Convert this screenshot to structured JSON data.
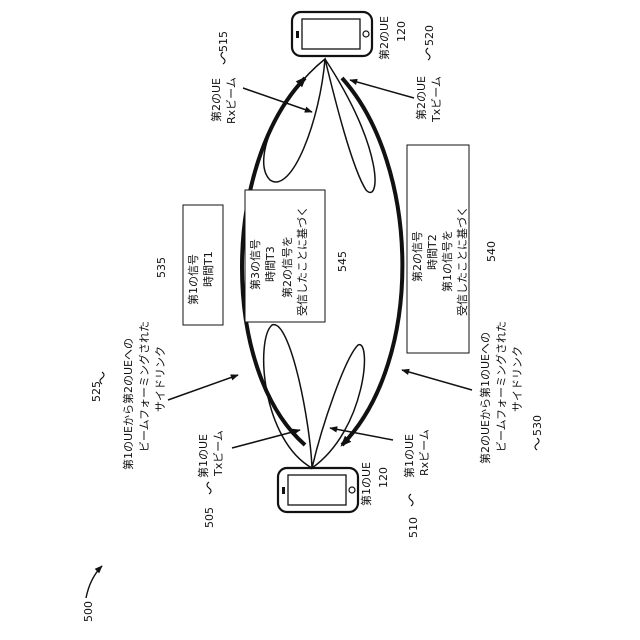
{
  "figure": {
    "number": "500"
  },
  "ue1": {
    "tx_beam": {
      "title": "第1のUE",
      "sub": "Txビーム",
      "ref": "505"
    },
    "rx_beam": {
      "title": "第1のUE",
      "sub": "Rxビーム",
      "ref": "510"
    },
    "device": {
      "title": "第1のUE",
      "ref": "120"
    }
  },
  "ue2": {
    "rx_beam": {
      "title": "第2のUE",
      "sub": "Rxビーム",
      "ref": "515"
    },
    "tx_beam": {
      "title": "第2のUE",
      "sub": "Txビーム",
      "ref": "520"
    },
    "device": {
      "title": "第2のUE",
      "ref": "120"
    }
  },
  "sidelink_1to2": {
    "line1": "第1のUEから第2のUEへの",
    "line2": "ビームフォーミングされた",
    "line3": "サイドリンク",
    "ref": "525"
  },
  "sidelink_2to1": {
    "line1": "第2のUEから第1のUEへの",
    "line2": "ビームフォーミングされた",
    "line3": "サイドリンク",
    "ref": "530"
  },
  "signal1": {
    "line1": "第1の信号",
    "line2": "時間T1",
    "ref": "535"
  },
  "signal2": {
    "line1": "第2の信号",
    "line2": "時間T2",
    "line3": "第1の信号を",
    "line4": "受信したことに基づく",
    "ref": "540"
  },
  "signal3": {
    "line1": "第3の信号",
    "line2": "時間T3",
    "line3": "第2の信号を",
    "line4": "受信したことに基づく",
    "ref": "545"
  }
}
